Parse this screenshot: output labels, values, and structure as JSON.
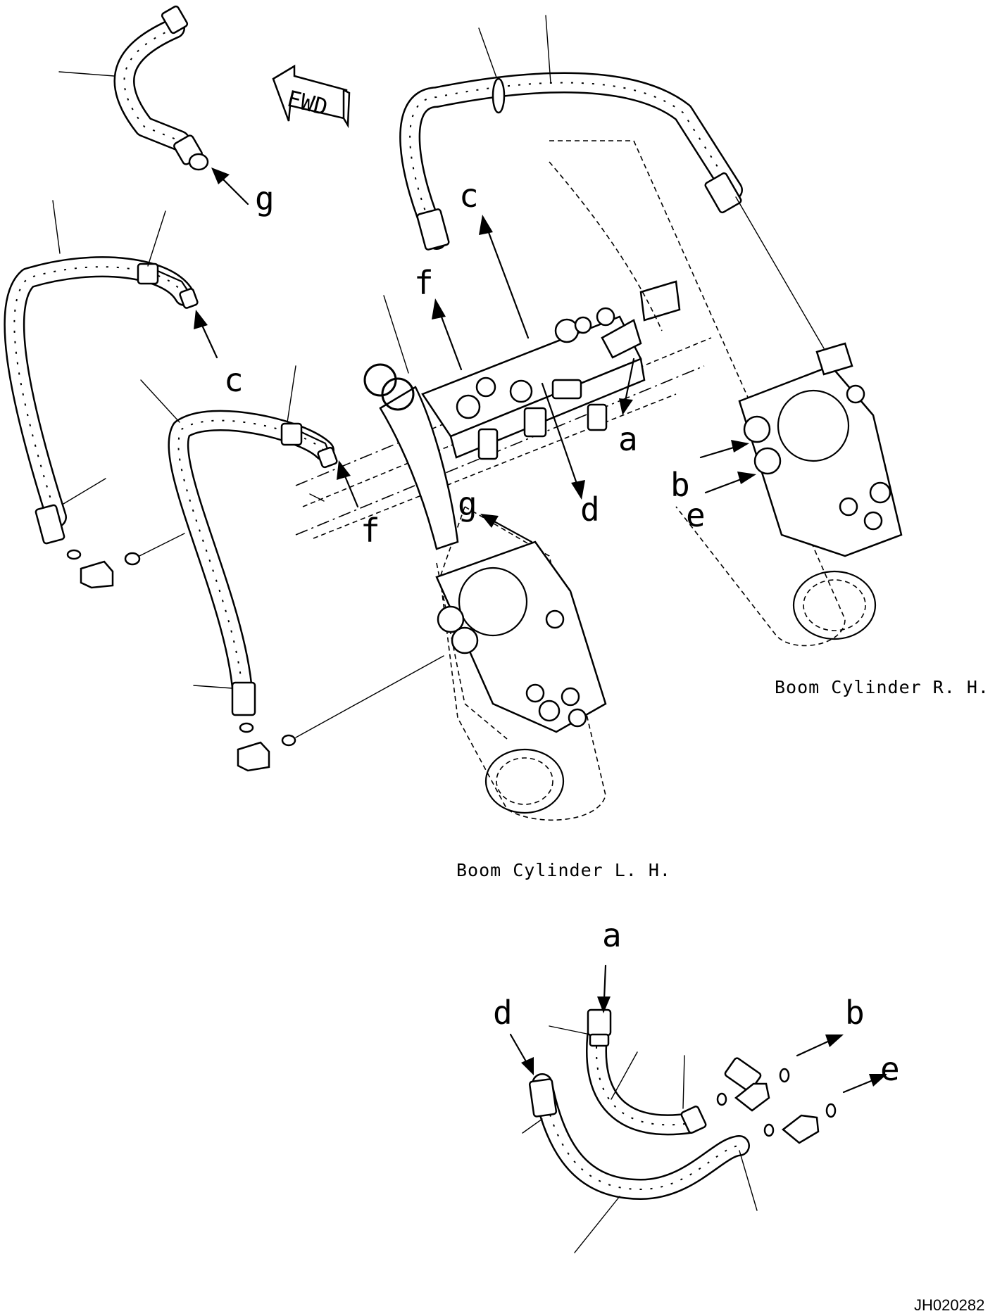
{
  "figure": {
    "labels": {
      "fwd": "FWD",
      "boom_cylinder_rh": "Boom Cylinder R. H.",
      "boom_cylinder_lh": "Boom Cylinder L. H.",
      "drawing_code": "JH020282"
    },
    "connection_letters": {
      "g_top": "g",
      "c_left": "c",
      "c_top": "c",
      "f_top": "f",
      "f_mid": "f",
      "a_mid": "a",
      "d_mid": "d",
      "g_mid": "g",
      "b_right": "b",
      "e_right": "e",
      "a_bottom": "a",
      "d_bottom": "d",
      "b_bottom": "b",
      "e_bottom": "e"
    }
  }
}
